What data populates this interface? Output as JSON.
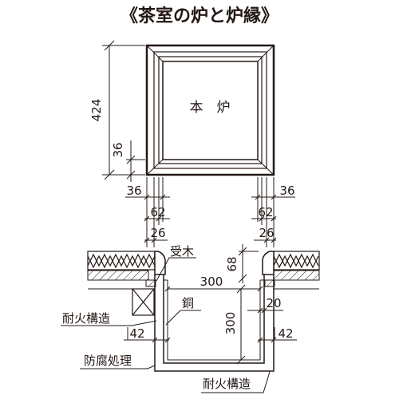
{
  "title": "《茶室の炉と炉縁》",
  "labels": {
    "hearth": "本　炉",
    "receiver": "受木",
    "copper": "銅",
    "fire_a": "耐火構造",
    "fire_b": "耐火構造",
    "anti": "防腐処理"
  },
  "dims": {
    "d424": "424",
    "d36v": "36",
    "d36l": "36",
    "d36r": "36",
    "d62l": "62",
    "d62r": "62",
    "d26l": "26",
    "d26r": "26",
    "d68": "68",
    "d300h": "300",
    "d20": "20",
    "d300v": "300",
    "d42l": "42",
    "d42r": "42"
  },
  "colors": {
    "ink": "#231815",
    "fill": "#ffffff"
  }
}
